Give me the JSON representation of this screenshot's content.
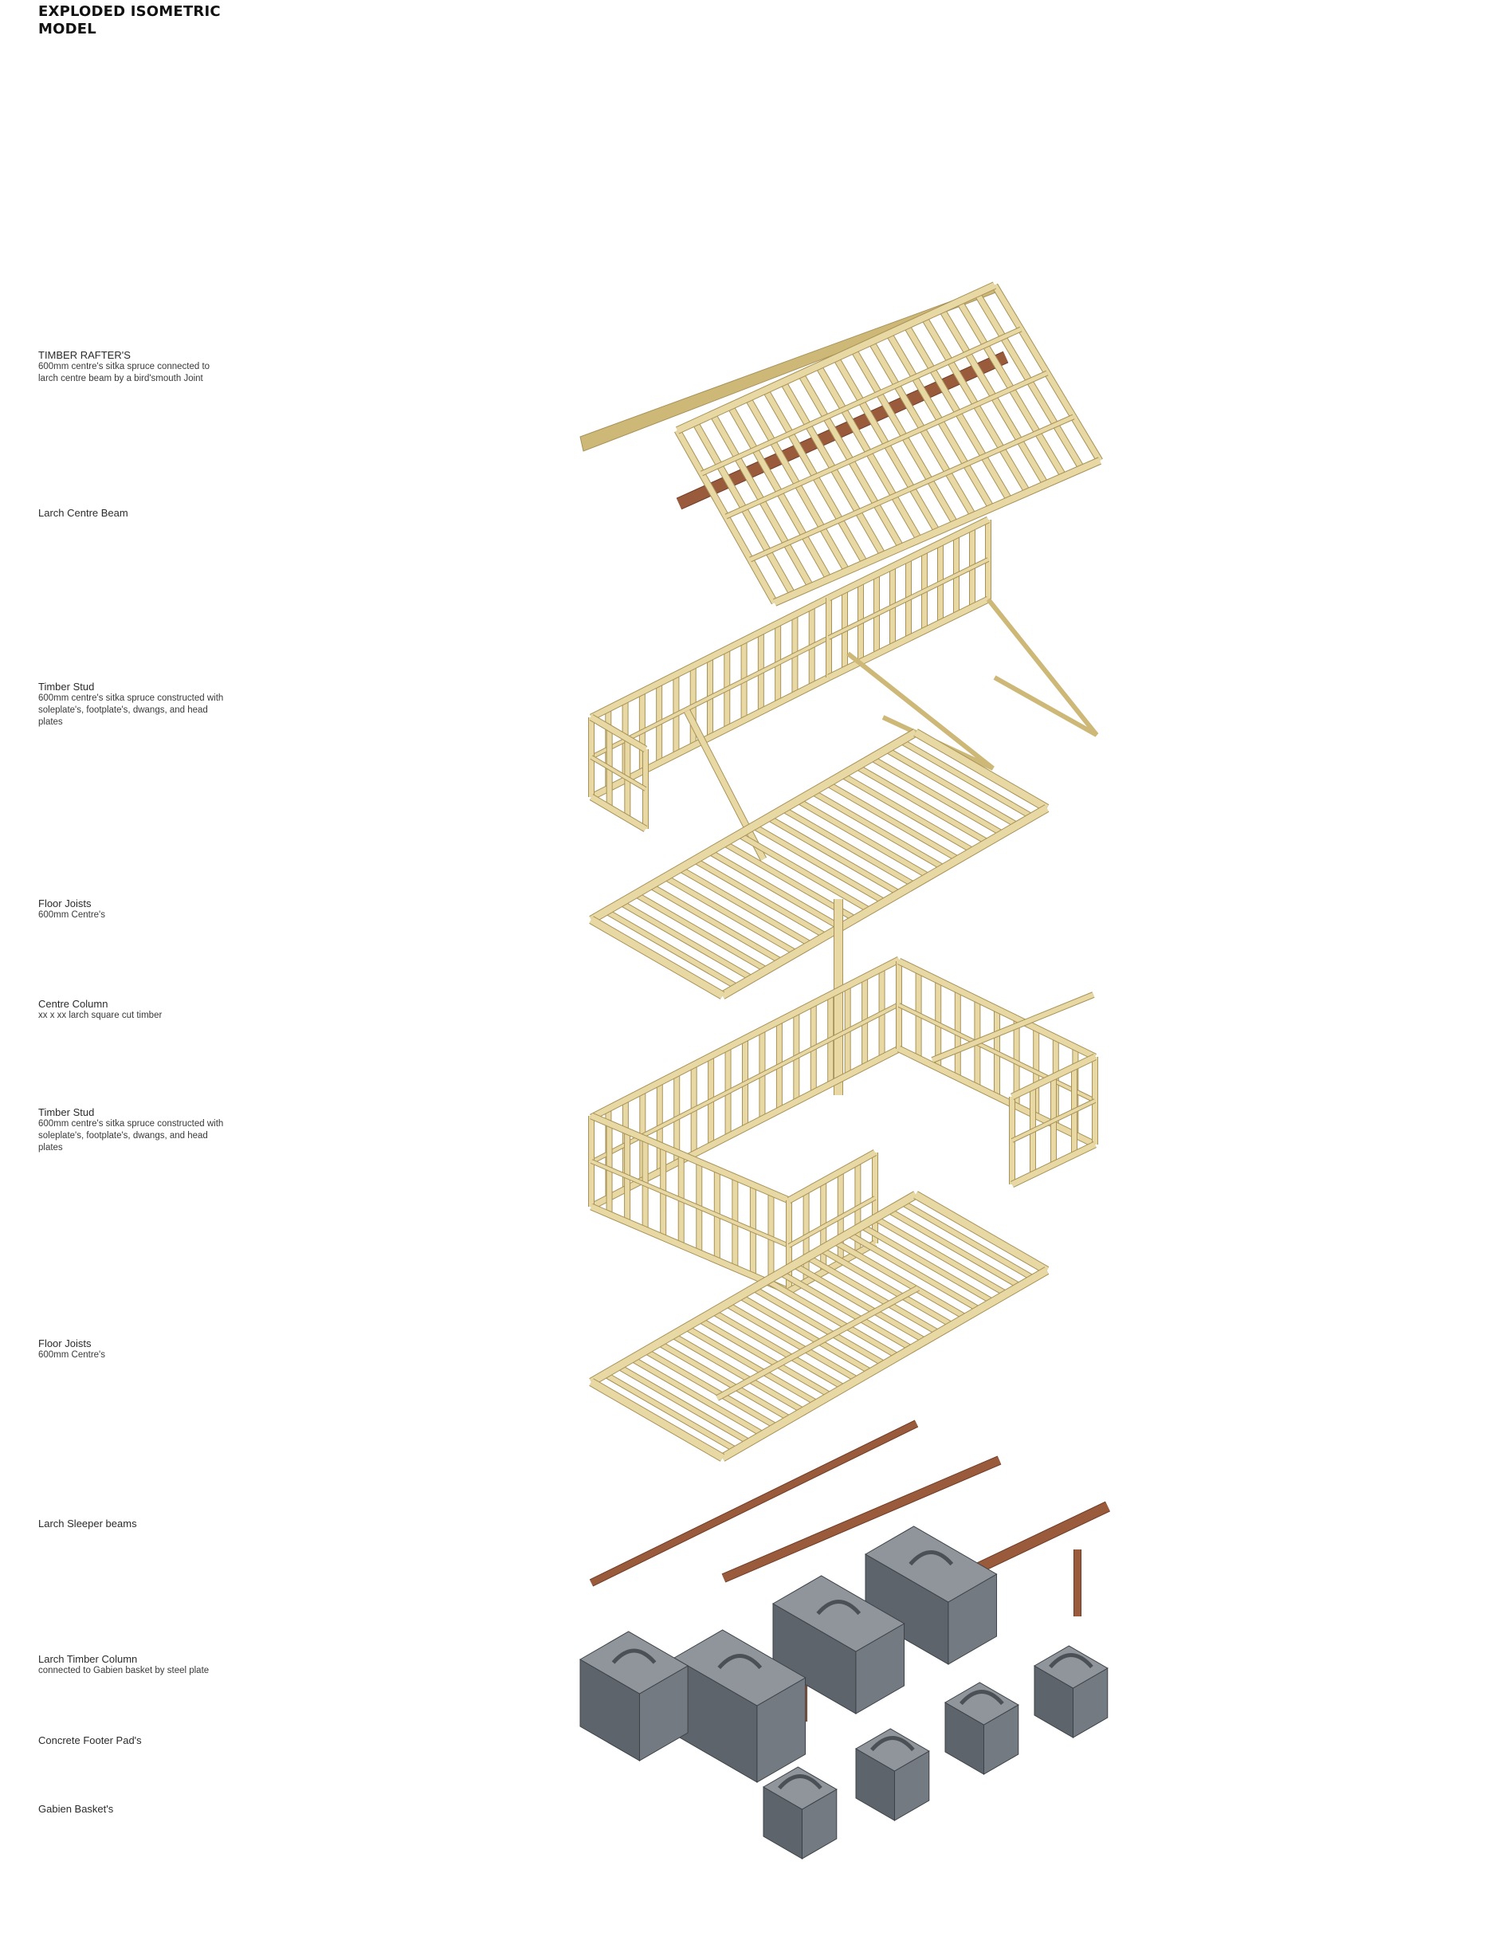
{
  "title": "EXPLODED ISOMETRIC MODEL",
  "labels": [
    {
      "id": "timber-rafters",
      "head": "TIMBER RAFTER'S",
      "sub": "600mm centre's sitka spruce connected to larch centre beam by a bird'smouth Joint"
    },
    {
      "id": "larch-centre-beam",
      "head": "Larch Centre Beam",
      "sub": ""
    },
    {
      "id": "timber-stud-upper",
      "head": "Timber Stud",
      "sub": "600mm centre's sitka spruce constructed with soleplate's, footplate's, dwangs, and head plates"
    },
    {
      "id": "floor-joists-upper",
      "head": "Floor Joists",
      "sub": "600mm Centre's"
    },
    {
      "id": "centre-column",
      "head": "Centre Column",
      "sub": "xx x xx larch square cut timber"
    },
    {
      "id": "timber-stud-lower",
      "head": "Timber Stud",
      "sub": "600mm centre's sitka spruce constructed with soleplate's, footplate's, dwangs, and head plates"
    },
    {
      "id": "floor-joists-lower",
      "head": "Floor Joists",
      "sub": "600mm Centre's"
    },
    {
      "id": "larch-sleeper-beams",
      "head": "Larch Sleeper beams",
      "sub": ""
    },
    {
      "id": "larch-timber-column",
      "head": "Larch Timber Column",
      "sub": "connected to Gabien basket by steel plate"
    },
    {
      "id": "concrete-footer-pads",
      "head": "Concrete Footer Pad's",
      "sub": ""
    },
    {
      "id": "gabien-baskets",
      "head": "Gabien Basket's",
      "sub": ""
    }
  ],
  "colors": {
    "timber_light": "#e8d9a4",
    "timber_mid": "#cdb878",
    "timber_dark": "#a89259",
    "larch": "#9a5a3c",
    "larch_dark": "#6e3c26",
    "stone_top": "#8f959b",
    "stone_left": "#5d646b",
    "stone_right": "#737a81",
    "concrete": "#6c7278"
  }
}
